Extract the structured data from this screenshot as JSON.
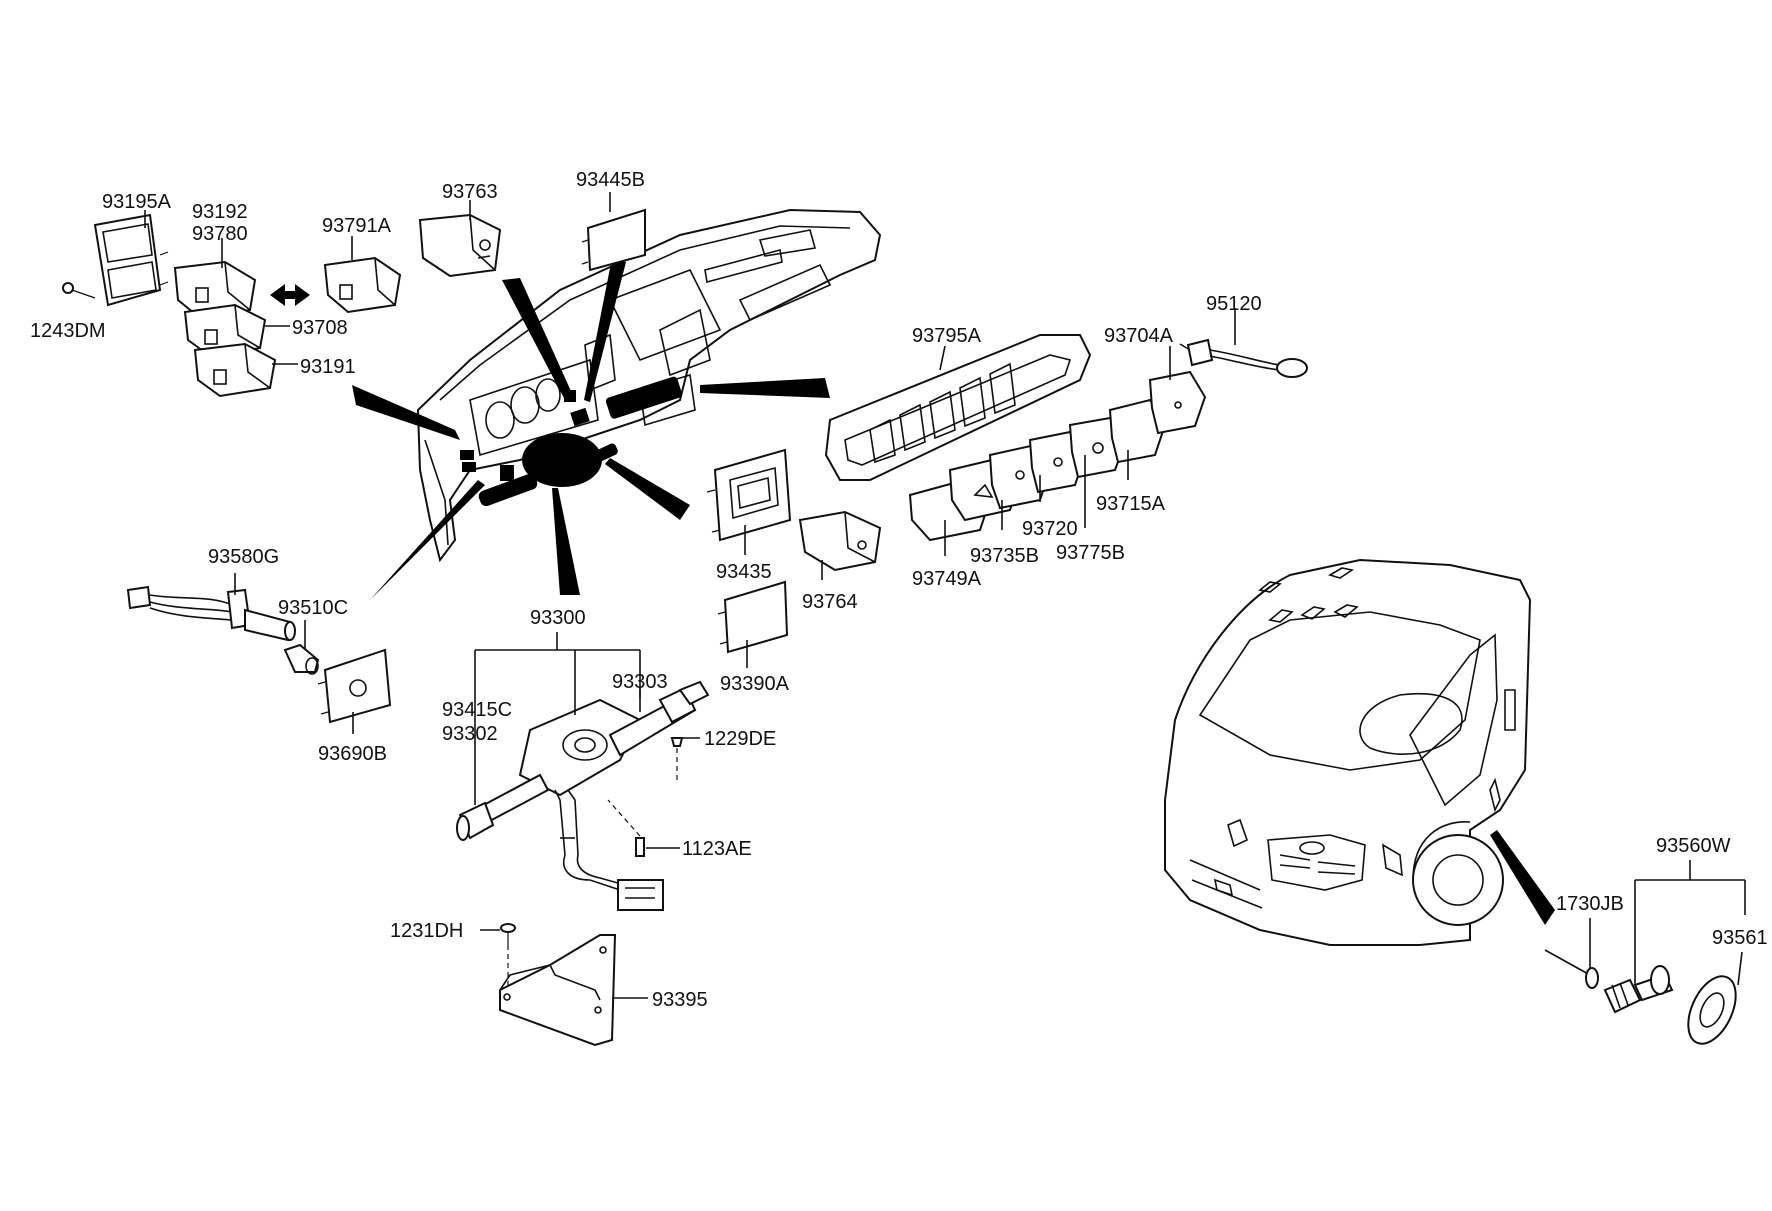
{
  "labels": {
    "p93195A": "93195A",
    "p93192": "93192",
    "p93780": "93780",
    "p93791A": "93791A",
    "p93763": "93763",
    "p93445B": "93445B",
    "p1243DM": "1243DM",
    "p93708": "93708",
    "p93191": "93191",
    "p93795A": "93795A",
    "p93704A": "93704A",
    "p95120": "95120",
    "p93715A": "93715A",
    "p93720": "93720",
    "p93775B": "93775B",
    "p93735B": "93735B",
    "p93749A": "93749A",
    "p93435": "93435",
    "p93764": "93764",
    "p93390A": "93390A",
    "p93580G": "93580G",
    "p93510C": "93510C",
    "p93690B": "93690B",
    "p93300": "93300",
    "p93303": "93303",
    "p93415C": "93415C",
    "p93302": "93302",
    "p1229DE": "1229DE",
    "p1123AE": "1123AE",
    "p1231DH": "1231DH",
    "p93395": "93395",
    "p93560W": "93560W",
    "p1730JB": "1730JB",
    "p93561": "93561"
  }
}
